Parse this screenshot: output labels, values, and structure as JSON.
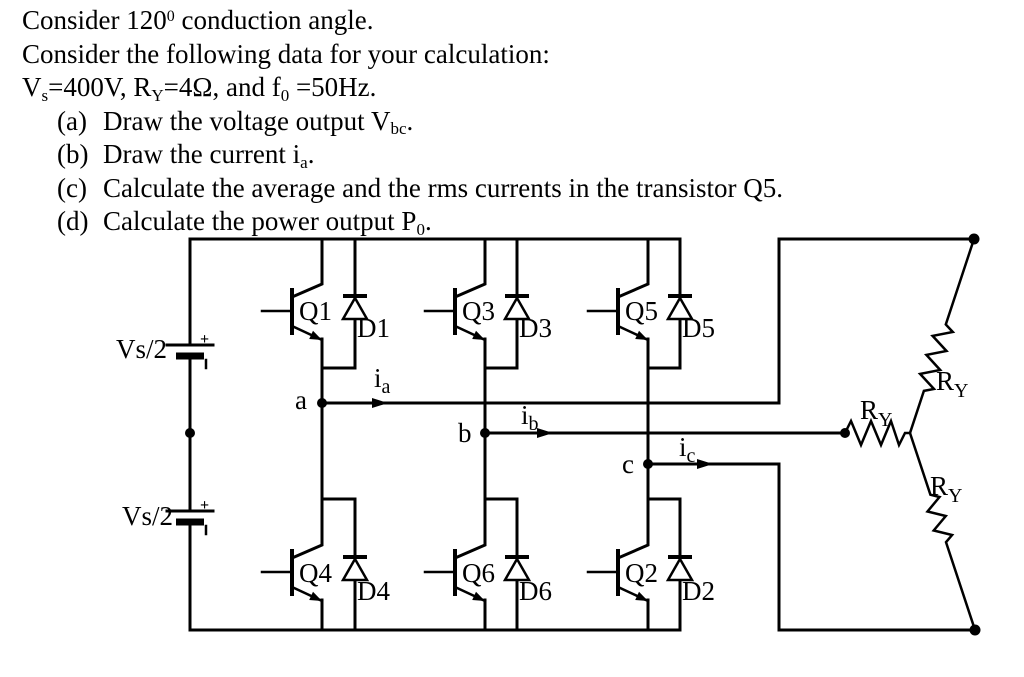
{
  "problem": {
    "lines": [
      {
        "segments": [
          {
            "t": "Consider 120"
          },
          {
            "sup": "0"
          },
          {
            "t": " conduction angle."
          }
        ]
      },
      {
        "segments": [
          {
            "t": "Consider the following data for your calculation:"
          }
        ]
      },
      {
        "segments": [
          {
            "t": "V"
          },
          {
            "sub": "s"
          },
          {
            "t": "=400V, R"
          },
          {
            "sub": "Y"
          },
          {
            "t": "=4Ω, and f"
          },
          {
            "sub": "0"
          },
          {
            "t": " =50Hz."
          }
        ]
      },
      {
        "label": "(a)",
        "segments": [
          {
            "t": "Draw the voltage output V"
          },
          {
            "sub": "bc"
          },
          {
            "t": "."
          }
        ]
      },
      {
        "label": "(b)",
        "segments": [
          {
            "t": "Draw the current i"
          },
          {
            "sub": "a"
          },
          {
            "t": "."
          }
        ]
      },
      {
        "label": "(c)",
        "segments": [
          {
            "t": "Calculate the average and the rms currents in the transistor Q5."
          }
        ]
      },
      {
        "label": "(d)",
        "segments": [
          {
            "t": "Calculate the power output P"
          },
          {
            "sub": "0"
          },
          {
            "t": "."
          }
        ]
      }
    ]
  },
  "circuit": {
    "sources": [
      {
        "label": "Vs/2",
        "polarity": "+"
      },
      {
        "label": "Vs/2",
        "polarity": "+"
      }
    ],
    "top_row": [
      {
        "transistor": "Q1",
        "diode": "D1"
      },
      {
        "transistor": "Q3",
        "diode": "D3"
      },
      {
        "transistor": "Q5",
        "diode": "D5"
      }
    ],
    "bottom_row": [
      {
        "transistor": "Q4",
        "diode": "D4"
      },
      {
        "transistor": "Q6",
        "diode": "D6"
      },
      {
        "transistor": "Q2",
        "diode": "D2"
      }
    ],
    "phase_nodes": [
      {
        "label": "a",
        "current_main": "i",
        "current_sub": "a"
      },
      {
        "label": "b",
        "current_main": "i",
        "current_sub": "b"
      },
      {
        "label": "c",
        "current_main": "i",
        "current_sub": "c"
      }
    ],
    "load_resistors": [
      {
        "main": "R",
        "sub": "Y"
      },
      {
        "main": "R",
        "sub": "Y"
      },
      {
        "main": "R",
        "sub": "Y"
      }
    ],
    "line_color": "#000000",
    "background_color": "#ffffff"
  }
}
